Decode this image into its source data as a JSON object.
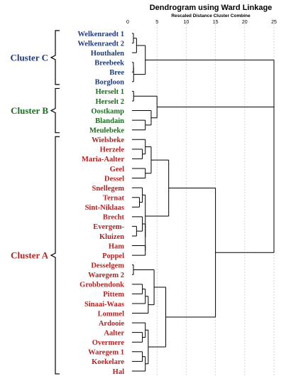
{
  "chart_data": {
    "type": "dendrogram",
    "title": "Dendrogram using Ward Linkage",
    "subtitle": "Rescaled Distance Cluster Combine",
    "x_ticks": [
      0,
      5,
      10,
      15,
      20,
      25
    ],
    "xlim": [
      0,
      25
    ],
    "colors": {
      "Cluster C": "#1f3a7a",
      "Cluster B": "#1b6e1b",
      "Cluster A": "#b22222"
    },
    "leaves": [
      {
        "name": "Welkenraedt 1",
        "cluster": "Cluster C"
      },
      {
        "name": "Welkenraedt 2",
        "cluster": "Cluster C"
      },
      {
        "name": "Houthalen",
        "cluster": "Cluster C"
      },
      {
        "name": "Breebeek",
        "cluster": "Cluster C"
      },
      {
        "name": "Bree",
        "cluster": "Cluster C"
      },
      {
        "name": "Borgloon",
        "cluster": "Cluster C"
      },
      {
        "name": "Herselt 1",
        "cluster": "Cluster B"
      },
      {
        "name": "Herselt 2",
        "cluster": "Cluster B"
      },
      {
        "name": "Oostkamp",
        "cluster": "Cluster B"
      },
      {
        "name": "Blandain",
        "cluster": "Cluster B"
      },
      {
        "name": "Meulebeke",
        "cluster": "Cluster B"
      },
      {
        "name": "Wielsbeke",
        "cluster": "Cluster A"
      },
      {
        "name": "Herzele",
        "cluster": "Cluster A"
      },
      {
        "name": "Maria-Aalter",
        "cluster": "Cluster A"
      },
      {
        "name": "Geel",
        "cluster": "Cluster A"
      },
      {
        "name": "Dessel",
        "cluster": "Cluster A"
      },
      {
        "name": "Snellegem",
        "cluster": "Cluster A"
      },
      {
        "name": "Ternat",
        "cluster": "Cluster A"
      },
      {
        "name": "Sint-Niklaas",
        "cluster": "Cluster A"
      },
      {
        "name": "Brecht",
        "cluster": "Cluster A"
      },
      {
        "name": "Evergem-",
        "cluster": "Cluster A"
      },
      {
        "name": "Kluizen",
        "cluster": "Cluster A"
      },
      {
        "name": "Ham",
        "cluster": "Cluster A"
      },
      {
        "name": "Poppel",
        "cluster": "Cluster A"
      },
      {
        "name": "Desselgem",
        "cluster": "Cluster A"
      },
      {
        "name": "Waregem 2",
        "cluster": "Cluster A"
      },
      {
        "name": "Grobbendonk",
        "cluster": "Cluster A"
      },
      {
        "name": "Pittem",
        "cluster": "Cluster A"
      },
      {
        "name": "Sinaai-Waas",
        "cluster": "Cluster A"
      },
      {
        "name": "Lommel",
        "cluster": "Cluster A"
      },
      {
        "name": "Ardooie",
        "cluster": "Cluster A"
      },
      {
        "name": "Aalter",
        "cluster": "Cluster A"
      },
      {
        "name": "Overmere",
        "cluster": "Cluster A"
      },
      {
        "name": "Waregem 1",
        "cluster": "Cluster A"
      },
      {
        "name": "Koekelare",
        "cluster": "Cluster A"
      },
      {
        "name": "Hal",
        "cluster": "Cluster A"
      }
    ],
    "clusters": [
      {
        "label": "Cluster C",
        "first_leaf": 0,
        "last_leaf": 5
      },
      {
        "label": "Cluster B",
        "first_leaf": 6,
        "last_leaf": 10
      },
      {
        "label": "Cluster A",
        "first_leaf": 11,
        "last_leaf": 35
      }
    ],
    "merges": [
      {
        "id": "C1",
        "a": 0,
        "b": 1,
        "d": 0.5
      },
      {
        "id": "C2",
        "a": "C1",
        "b": 2,
        "d": 1.5
      },
      {
        "id": "C3",
        "a": 3,
        "b": 4,
        "d": 0.5
      },
      {
        "id": "C4",
        "a": "C3",
        "b": 5,
        "d": 1.0
      },
      {
        "id": "C5",
        "a": "C2",
        "b": "C4",
        "d": 3.0
      },
      {
        "id": "B1",
        "a": 6,
        "b": 7,
        "d": 1.0
      },
      {
        "id": "B2",
        "a": 9,
        "b": 10,
        "d": 3.0
      },
      {
        "id": "B3",
        "a": 8,
        "b": "B2",
        "d": 4.0
      },
      {
        "id": "B4",
        "a": "B1",
        "b": "B3",
        "d": 5.0
      },
      {
        "id": "A1",
        "a": 12,
        "b": 13,
        "d": 2.5
      },
      {
        "id": "A2",
        "a": 11,
        "b": "A1",
        "d": 3.0
      },
      {
        "id": "A3",
        "a": 14,
        "b": 15,
        "d": 3.0
      },
      {
        "id": "A4",
        "a": "A2",
        "b": "A3",
        "d": 4.0
      },
      {
        "id": "A5",
        "a": 17,
        "b": 18,
        "d": 2.0
      },
      {
        "id": "A6",
        "a": 16,
        "b": "A5",
        "d": 2.5
      },
      {
        "id": "A7",
        "a": 20,
        "b": 21,
        "d": 1.5
      },
      {
        "id": "A8",
        "a": 19,
        "b": "A7",
        "d": 2.5
      },
      {
        "id": "A9",
        "a": 22,
        "b": 23,
        "d": 3.0
      },
      {
        "id": "A10",
        "a": "A8",
        "b": "A9",
        "d": 3.0
      },
      {
        "id": "A11",
        "a": "A6",
        "b": "A10",
        "d": 3.0
      },
      {
        "id": "A12",
        "a": "A4",
        "b": "A11",
        "d": 7.0
      },
      {
        "id": "A13",
        "a": 24,
        "b": 25,
        "d": 0.5
      },
      {
        "id": "A14",
        "a": 26,
        "b": 27,
        "d": 2.5
      },
      {
        "id": "A15",
        "a": "A14",
        "b": 28,
        "d": 3.0
      },
      {
        "id": "A16",
        "a": "A15",
        "b": 29,
        "d": 3.5
      },
      {
        "id": "A17",
        "a": "A13",
        "b": "A16",
        "d": 4.5
      },
      {
        "id": "A18",
        "a": 31,
        "b": 32,
        "d": 2.5
      },
      {
        "id": "A19",
        "a": 30,
        "b": "A18",
        "d": 3.0
      },
      {
        "id": "A20",
        "a": 33,
        "b": 34,
        "d": 2.5
      },
      {
        "id": "A21",
        "a": "A20",
        "b": 35,
        "d": 3.0
      },
      {
        "id": "A22",
        "a": "A19",
        "b": "A21",
        "d": 3.5
      },
      {
        "id": "A23",
        "a": "A17",
        "b": "A22",
        "d": 6.5
      },
      {
        "id": "A24",
        "a": "A12",
        "b": "A23",
        "d": 15.0
      },
      {
        "id": "R1",
        "a": "B4",
        "b": "A24",
        "d": 25.0
      },
      {
        "id": "R2",
        "a": "C5",
        "b": "R1",
        "d": 25.0
      }
    ]
  }
}
